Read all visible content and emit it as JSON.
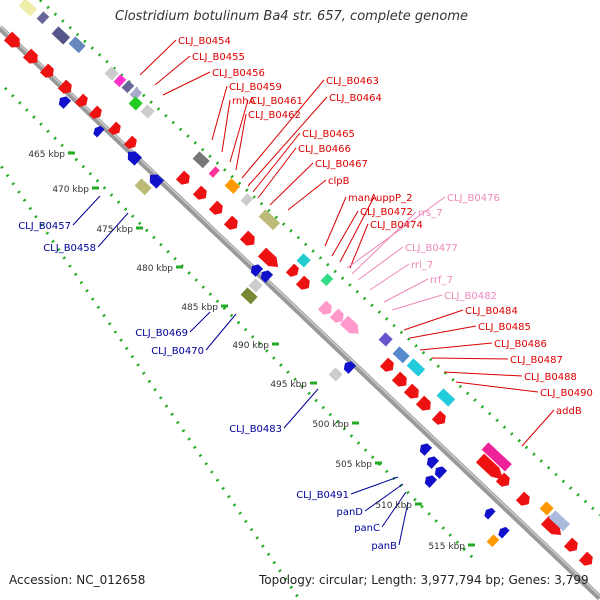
{
  "title": "Clostridium botulinum Ba4 str. 657, complete genome",
  "footer": {
    "accession": "Accession: NC_012658",
    "topology": "Topology: circular; Length: 3,977,794 bp; Genes: 3,799"
  },
  "colors": {
    "forward_gene": "#ee1111",
    "reverse_gene": "#1111cc",
    "rna_gene": "#ff99cc",
    "backbone": "#999999",
    "track_dots": "#22aa22",
    "label_forward": "#dd0000",
    "label_reverse": "#000099",
    "label_rna": "#ee88bb"
  },
  "scale": [
    "465 kbp",
    "470 kbp",
    "475 kbp",
    "480 kbp",
    "485 kbp",
    "490 kbp",
    "495 kbp",
    "500 kbp",
    "505 kbp",
    "510 kbp",
    "515 kbp"
  ],
  "forward_labels": [
    "CLJ_B0454",
    "CLJ_B0455",
    "CLJ_B0456",
    "CLJ_B0459",
    "rnhA",
    "CLJ_B0461",
    "CLJ_B0462",
    "CLJ_B0463",
    "CLJ_B0464",
    "CLJ_B0465",
    "CLJ_B0466",
    "CLJ_B0467",
    "clpB",
    "manA",
    "CLJ_B0472",
    "uppP_2",
    "CLJ_B0474",
    "CLJ_B0484",
    "CLJ_B0485",
    "CLJ_B0486",
    "CLJ_B0487",
    "CLJ_B0488",
    "CLJ_B0490",
    "addB"
  ],
  "rna_labels": [
    "CLJ_B0476",
    "rrs_7",
    "CLJ_B0477",
    "rrl_7",
    "rrf_7",
    "CLJ_B0482"
  ],
  "reverse_labels": [
    "CLJ_B0457",
    "CLJ_B0458",
    "CLJ_B0469",
    "CLJ_B0470",
    "CLJ_B0483",
    "CLJ_B0491",
    "panD",
    "panC",
    "panB"
  ]
}
